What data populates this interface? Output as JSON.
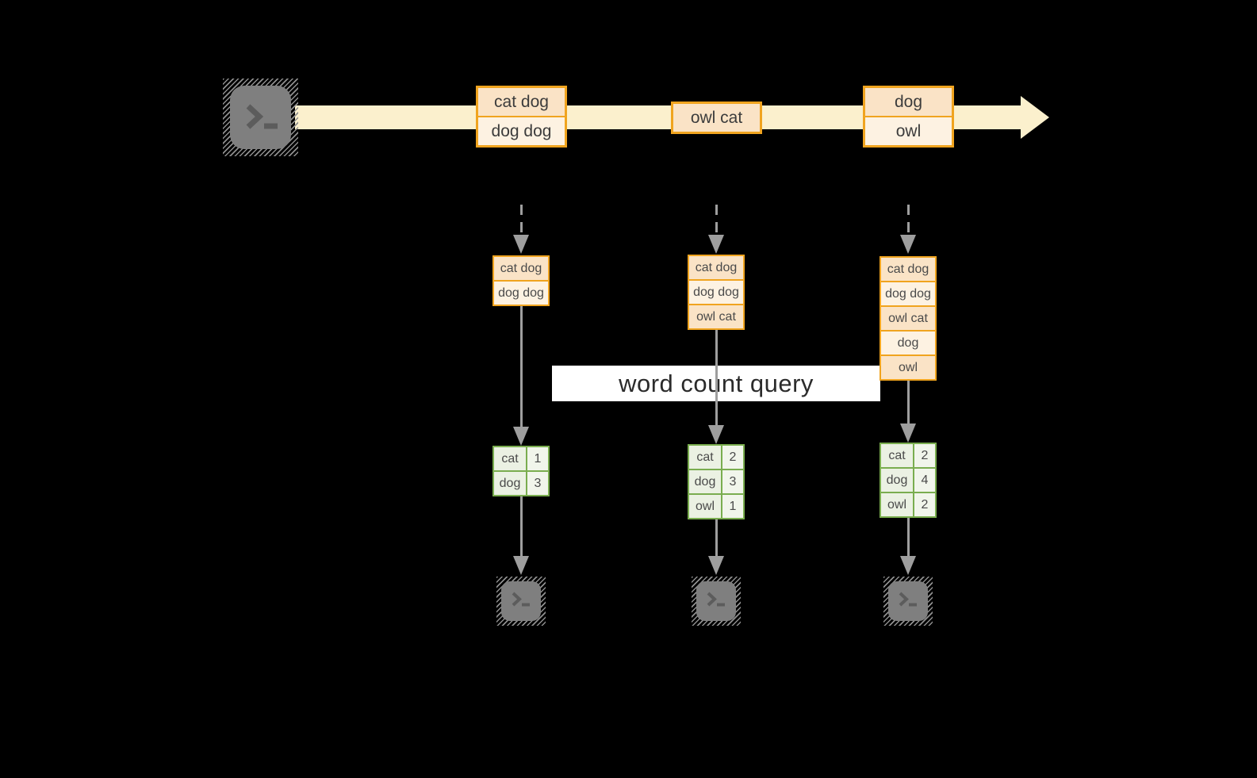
{
  "banner": {
    "label": "word count query"
  },
  "stream": {
    "source_icon": "terminal",
    "events": [
      {
        "rows": [
          "cat dog",
          "dog dog"
        ]
      },
      {
        "rows": [
          "owl cat"
        ]
      },
      {
        "rows": [
          "dog",
          "owl"
        ]
      }
    ]
  },
  "columns": [
    {
      "batch": [
        "cat dog",
        "dog dog"
      ],
      "counts": [
        {
          "word": "cat",
          "count": "1"
        },
        {
          "word": "dog",
          "count": "3"
        }
      ]
    },
    {
      "batch": [
        "cat dog",
        "dog dog",
        "owl cat"
      ],
      "counts": [
        {
          "word": "cat",
          "count": "2"
        },
        {
          "word": "dog",
          "count": "3"
        },
        {
          "word": "owl",
          "count": "1"
        }
      ]
    },
    {
      "batch": [
        "cat dog",
        "dog dog",
        "owl cat",
        "dog",
        "owl"
      ],
      "counts": [
        {
          "word": "cat",
          "count": "2"
        },
        {
          "word": "dog",
          "count": "4"
        },
        {
          "word": "owl",
          "count": "2"
        }
      ]
    }
  ],
  "colors": {
    "background": "#000000",
    "stream_fill": "#fbf0cd",
    "event_border": "#f0a41f",
    "event_cell_dark": "#fae3c6",
    "event_cell_light": "#fdf2e2",
    "table_border": "#7aad4f",
    "table_cell_word": "#ebf1e3",
    "table_cell_num": "#f1f5eb",
    "arrow_gray": "#9e9e9e",
    "terminal_gray": "#7f7f7f"
  }
}
